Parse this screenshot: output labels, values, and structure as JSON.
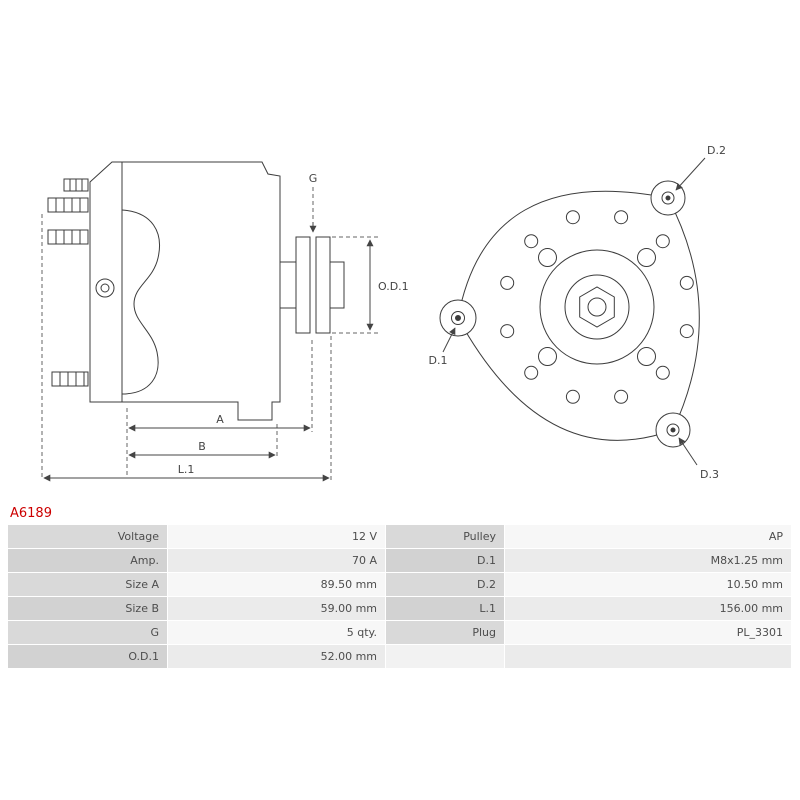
{
  "part_number": "A6189",
  "accent_color": "#cc0000",
  "diagram": {
    "labels": {
      "g": "G",
      "od1": "O.D.1",
      "a": "A",
      "b": "B",
      "l1": "L.1",
      "d1": "D.1",
      "d2": "D.2",
      "d3": "D.3"
    }
  },
  "table": {
    "rows": [
      {
        "label_left": "Voltage",
        "value_left": "12 V",
        "label_right": "Pulley",
        "value_right": "AP"
      },
      {
        "label_left": "Amp.",
        "value_left": "70 A",
        "label_right": "D.1",
        "value_right": "M8x1.25 mm"
      },
      {
        "label_left": "Size A",
        "value_left": "89.50 mm",
        "label_right": "D.2",
        "value_right": "10.50 mm"
      },
      {
        "label_left": "Size B",
        "value_left": "59.00 mm",
        "label_right": "L.1",
        "value_right": "156.00 mm"
      },
      {
        "label_left": "G",
        "value_left": "5 qty.",
        "label_right": "Plug",
        "value_right": "PL_3301"
      },
      {
        "label_left": "O.D.1",
        "value_left": "52.00 mm",
        "label_right": "",
        "value_right": ""
      }
    ]
  }
}
